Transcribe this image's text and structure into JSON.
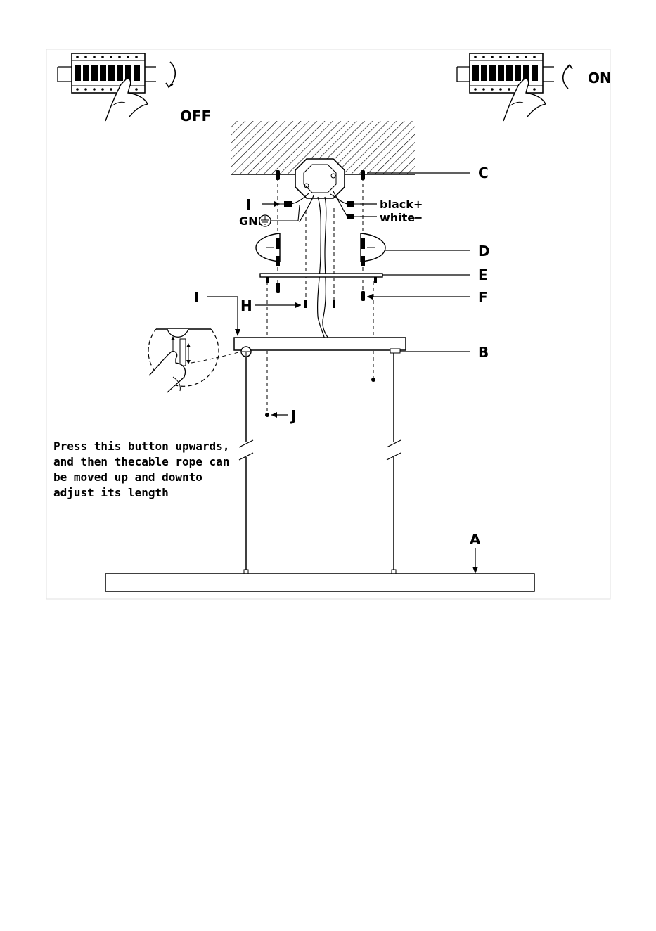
{
  "labels": {
    "off": "OFF",
    "on": "ON",
    "a": "A",
    "b": "B",
    "c": "C",
    "d": "D",
    "e": "E",
    "f": "F",
    "h": "H",
    "i_upper": "I",
    "i_lower": "I",
    "j": "J",
    "gnd": "GND",
    "black": "black",
    "black_sign": "+",
    "white": "white",
    "white_sign": "−"
  },
  "instruction": {
    "line1": "Press this button upwards,",
    "line2": "and then thecable rope can",
    "line3": "be moved up and downto",
    "line4": "adjust its length"
  },
  "icons": {
    "ground": "ground-symbol-icon",
    "off_arrow": "curved-arrow-down-icon",
    "on_arrow": "curved-arrow-up-icon"
  }
}
